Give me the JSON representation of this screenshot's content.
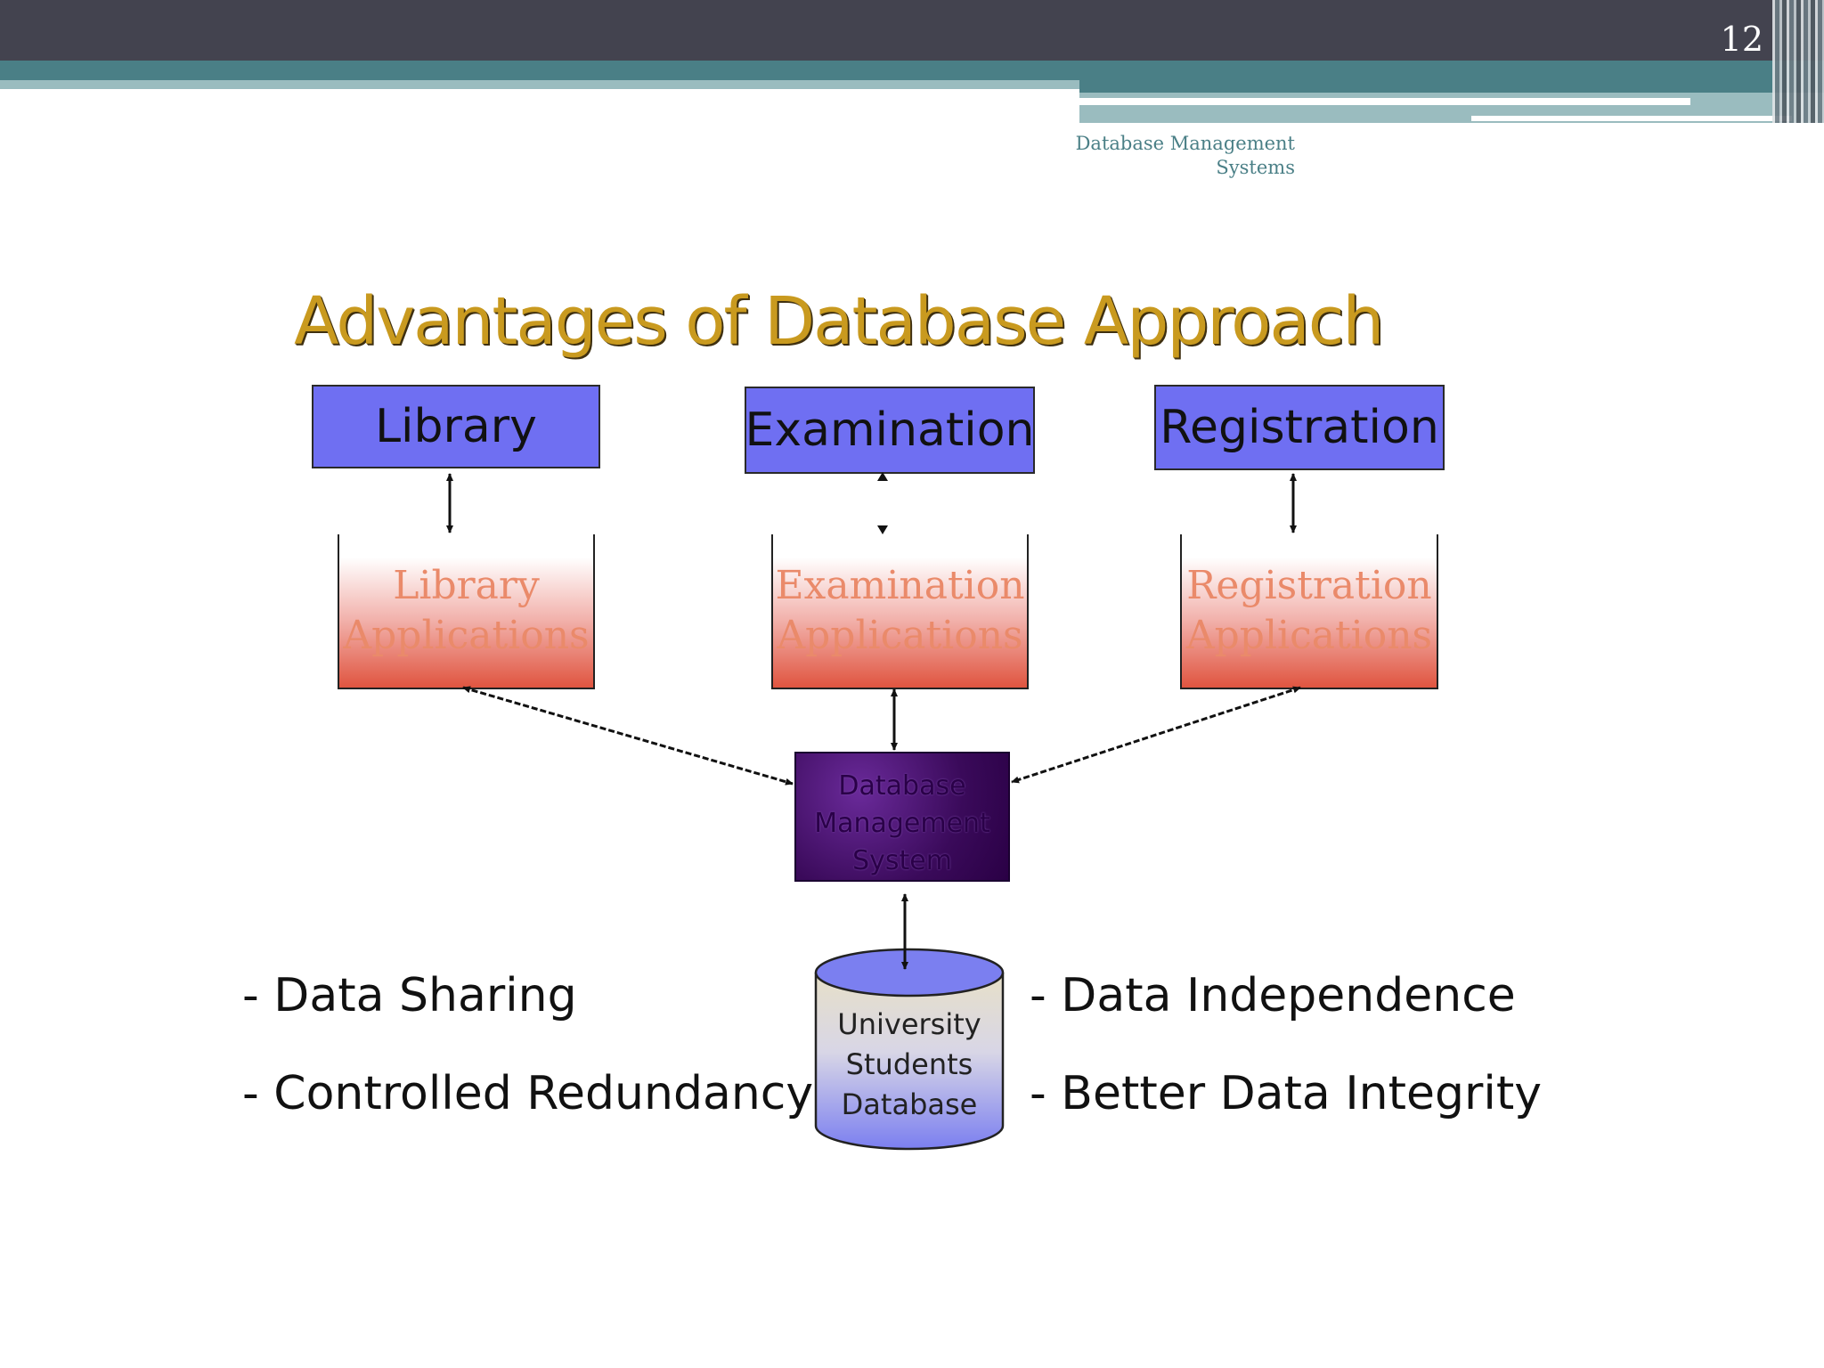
{
  "slide": {
    "number": "12",
    "subtitle_lines": [
      "Database Management",
      "Systems"
    ]
  },
  "diagram": {
    "title": "Advantages of Database Approach",
    "top_boxes": [
      "Library",
      "Examination",
      "Registration"
    ],
    "applications": [
      {
        "line1": "Library",
        "line2": "Applications"
      },
      {
        "line1": "Examination",
        "line2": "Applications"
      },
      {
        "line1": "Registration",
        "line2": "Applications"
      }
    ],
    "dbms_lines": [
      "Database",
      "Management",
      "System"
    ],
    "database_lines": [
      "University",
      "Students",
      "Database"
    ],
    "left_bullets": [
      "- Data Sharing",
      "- Controlled Redundancy"
    ],
    "right_bullets": [
      "- Data Independence",
      "- Better Data Integrity"
    ]
  },
  "colors": {
    "header_dark": "#43434f",
    "header_teal": "#4a7f86",
    "title_gold": "#c99a1f",
    "box_blue": "#6f6ff2",
    "app_red": "#e05540",
    "dbms_purple": "#3a0a5a",
    "cylinder_blue": "#7b7ff0",
    "cylinder_cream": "#e7e0c8"
  }
}
